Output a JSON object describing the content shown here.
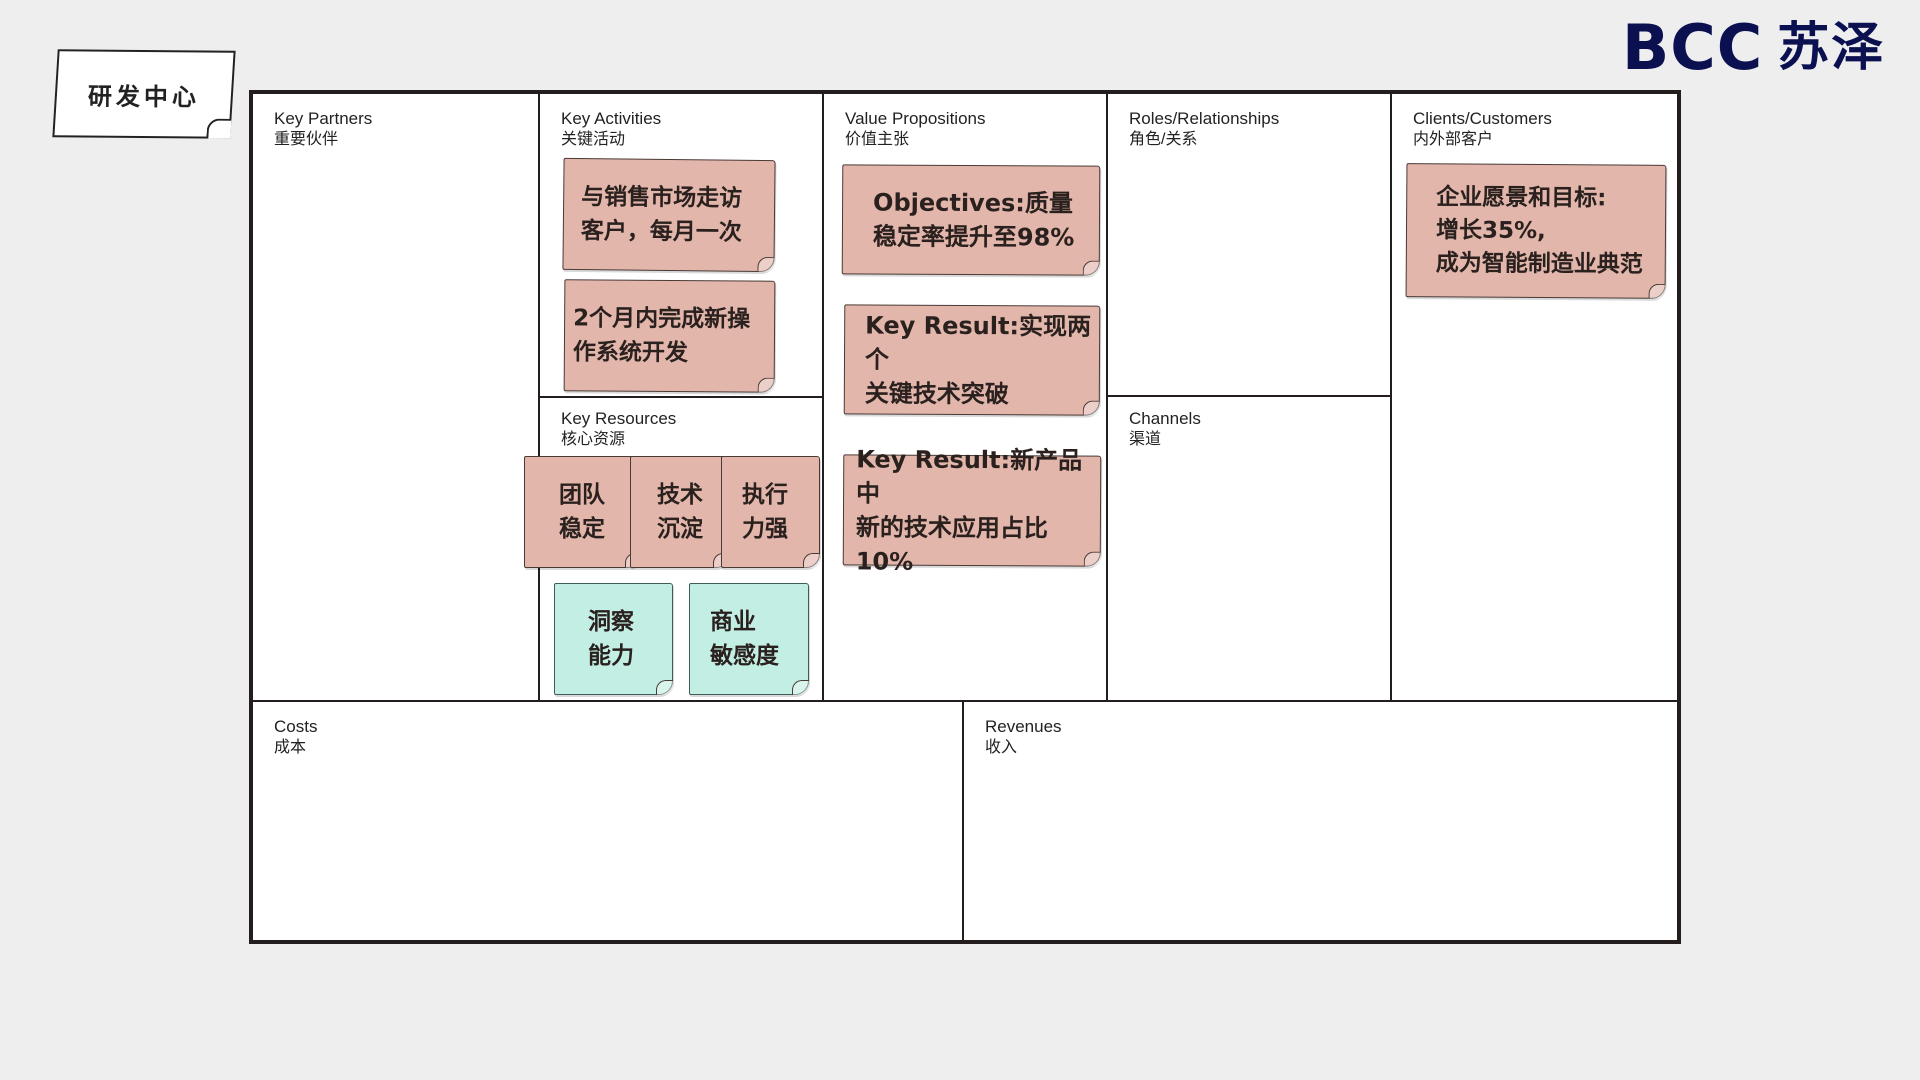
{
  "title_card": {
    "text": "研发中心"
  },
  "logo": {
    "en": "BCC",
    "cn": "苏泽",
    "color": "#0b1150"
  },
  "colors": {
    "note_pink": "#e2b6ab",
    "note_teal": "#c3eee4",
    "frame": "#231d1d",
    "background": "#eeeeee"
  },
  "canvas": {
    "key_partners": {
      "en": "Key Partners",
      "cn": "重要伙伴"
    },
    "key_activities": {
      "en": "Key Activities",
      "cn": "关键活动",
      "notes": [
        {
          "text": "与销售市场走访\n客户，每月一次",
          "color": "pink"
        },
        {
          "text": "2个月内完成新操\n作系统开发",
          "color": "pink"
        }
      ]
    },
    "key_resources": {
      "en": "Key Resources",
      "cn": "核心资源",
      "notes": [
        {
          "text": "团队\n稳定",
          "color": "pink"
        },
        {
          "text": "技术\n沉淀",
          "color": "pink"
        },
        {
          "text": "执行\n力强",
          "color": "pink"
        },
        {
          "text": "洞察\n能力",
          "color": "teal"
        },
        {
          "text": "商业\n敏感度",
          "color": "teal"
        }
      ]
    },
    "value_propositions": {
      "en": "Value Propositions",
      "cn": "价值主张",
      "notes": [
        {
          "text": "Objectives:质量\n稳定率提升至98%",
          "color": "pink"
        },
        {
          "text": "Key Result:实现两个\n关键技术突破",
          "color": "pink"
        },
        {
          "text": "Key Result:新产品中\n新的技术应用占比10%",
          "color": "pink"
        }
      ]
    },
    "roles_relationships": {
      "en": "Roles/Relationships",
      "cn": "角色/关系"
    },
    "channels": {
      "en": "Channels",
      "cn": "渠道"
    },
    "clients_customers": {
      "en": "Clients/Customers",
      "cn": "内外部客户",
      "notes": [
        {
          "text": "企业愿景和目标:\n增长35%,\n成为智能制造业典范",
          "color": "pink"
        }
      ]
    },
    "costs": {
      "en": "Costs",
      "cn": "成本"
    },
    "revenues": {
      "en": "Revenues",
      "cn": "收入"
    }
  }
}
